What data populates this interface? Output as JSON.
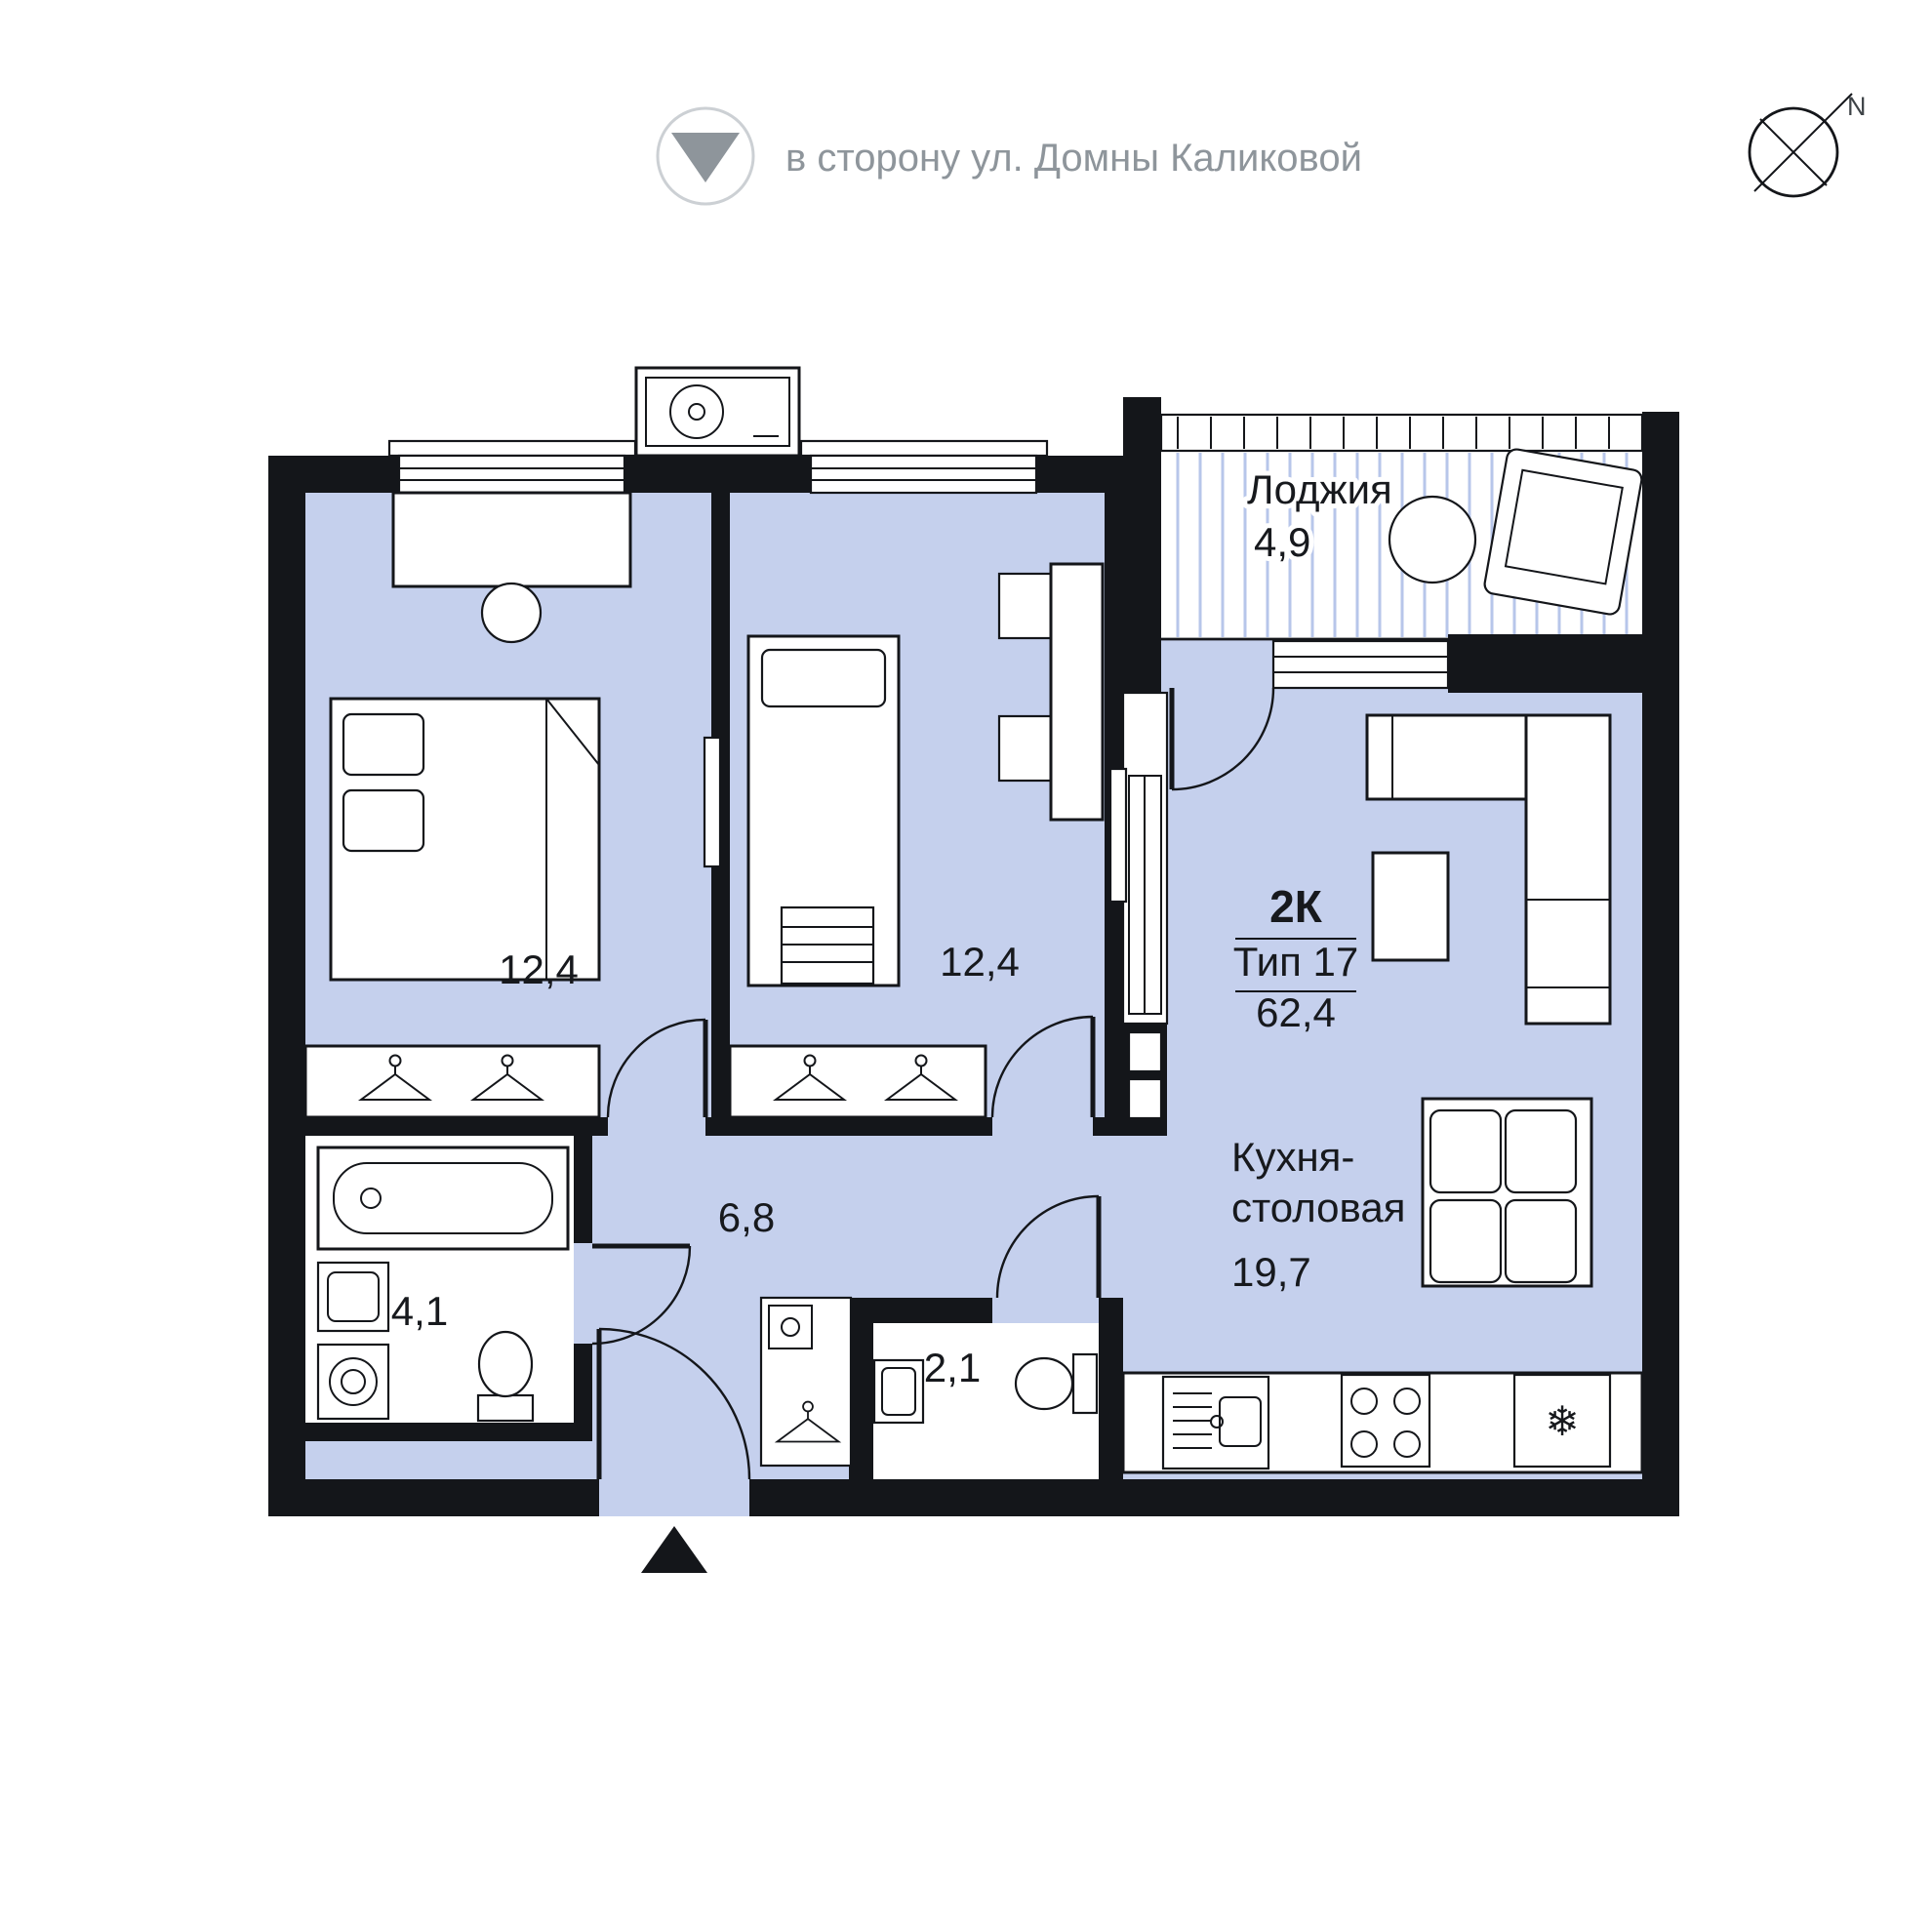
{
  "header": {
    "direction_text": "в сторону ул. Домны Каликовой"
  },
  "compass": {
    "north_label": "N"
  },
  "badge": {
    "rooms_count": "2К",
    "plan_type": "Тип 17",
    "total_area": "62,4"
  },
  "rooms": {
    "loggia": {
      "name": "Лоджия",
      "area": "4,9"
    },
    "bedroom_left": {
      "area": "12,4"
    },
    "bedroom_middle": {
      "area": "12,4"
    },
    "hall": {
      "area": "6,8"
    },
    "bathroom": {
      "area": "4,1"
    },
    "wc": {
      "area": "2,1"
    },
    "kitchen_dining": {
      "name_line1": "Кухня-",
      "name_line2": "столовая",
      "area": "19,7"
    }
  },
  "icons": {
    "fridge_snowflake": "❄"
  },
  "colors": {
    "floor": "#c5d0ed",
    "wall": "#14161a",
    "loggia_hatch": "#b7c6ea",
    "muted_text": "#8e959b",
    "ink": "#17191d"
  }
}
